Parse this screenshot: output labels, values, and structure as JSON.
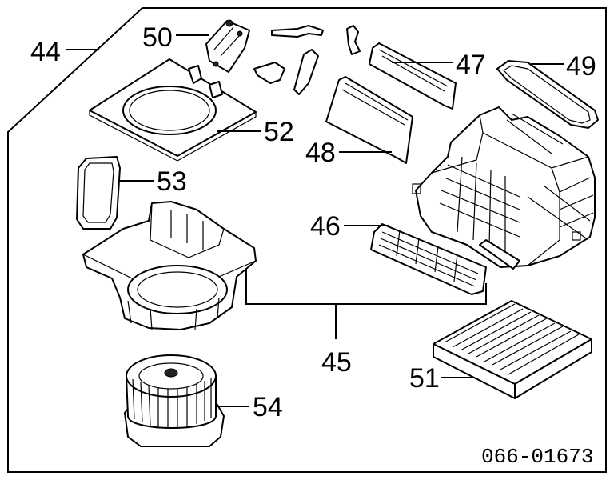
{
  "diagram": {
    "callouts": {
      "c44": "44",
      "c50": "50",
      "c47": "47",
      "c49": "49",
      "c52": "52",
      "c48": "48",
      "c53": "53",
      "c46": "46",
      "c45": "45",
      "c51": "51",
      "c54": "54"
    },
    "part_number": "066-01673"
  }
}
